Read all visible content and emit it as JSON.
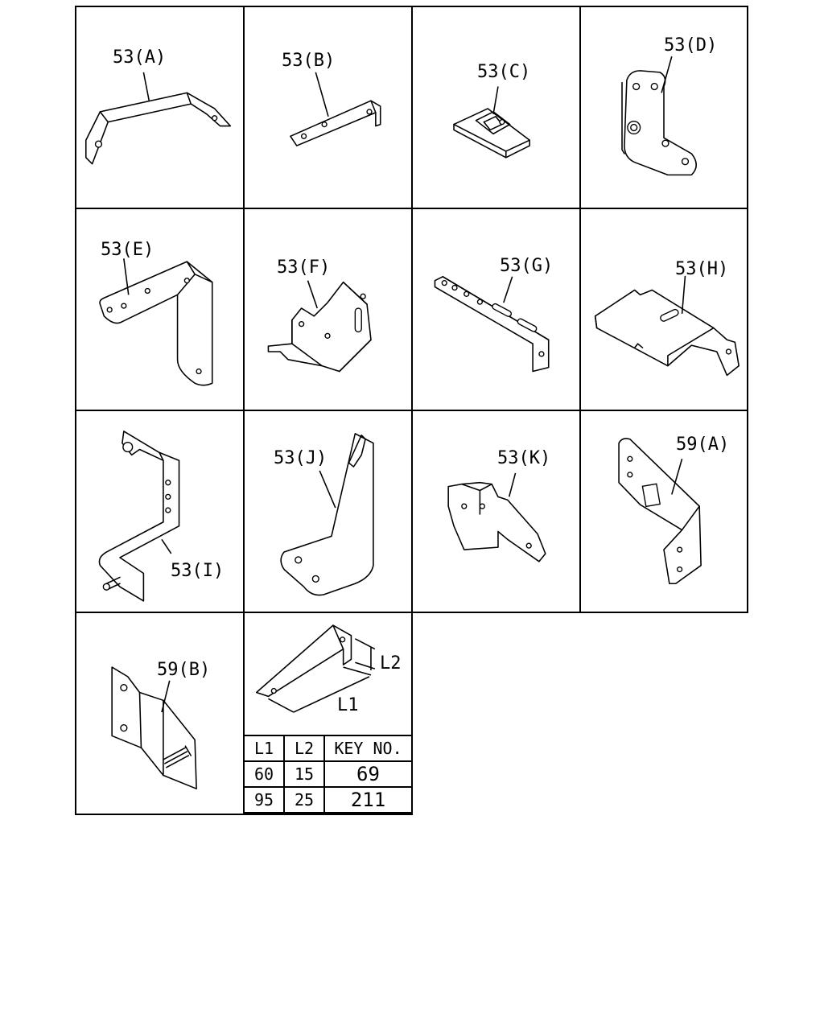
{
  "parts": [
    {
      "id": "53a",
      "label": "53(A)"
    },
    {
      "id": "53b",
      "label": "53(B)"
    },
    {
      "id": "53c",
      "label": "53(C)"
    },
    {
      "id": "53d",
      "label": "53(D)"
    },
    {
      "id": "53e",
      "label": "53(E)"
    },
    {
      "id": "53f",
      "label": "53(F)"
    },
    {
      "id": "53g",
      "label": "53(G)"
    },
    {
      "id": "53h",
      "label": "53(H)"
    },
    {
      "id": "53i",
      "label": "53(I)"
    },
    {
      "id": "53j",
      "label": "53(J)"
    },
    {
      "id": "53k",
      "label": "53(K)"
    },
    {
      "id": "59a",
      "label": "59(A)"
    },
    {
      "id": "59b",
      "label": "59(B)"
    }
  ],
  "dimension_figure": {
    "l1_label": "L1",
    "l2_label": "L2"
  },
  "size_table": {
    "headers": [
      "L1",
      "L2",
      "KEY NO."
    ],
    "rows": [
      [
        "60",
        "15",
        "69"
      ],
      [
        "95",
        "25",
        "211"
      ]
    ]
  }
}
